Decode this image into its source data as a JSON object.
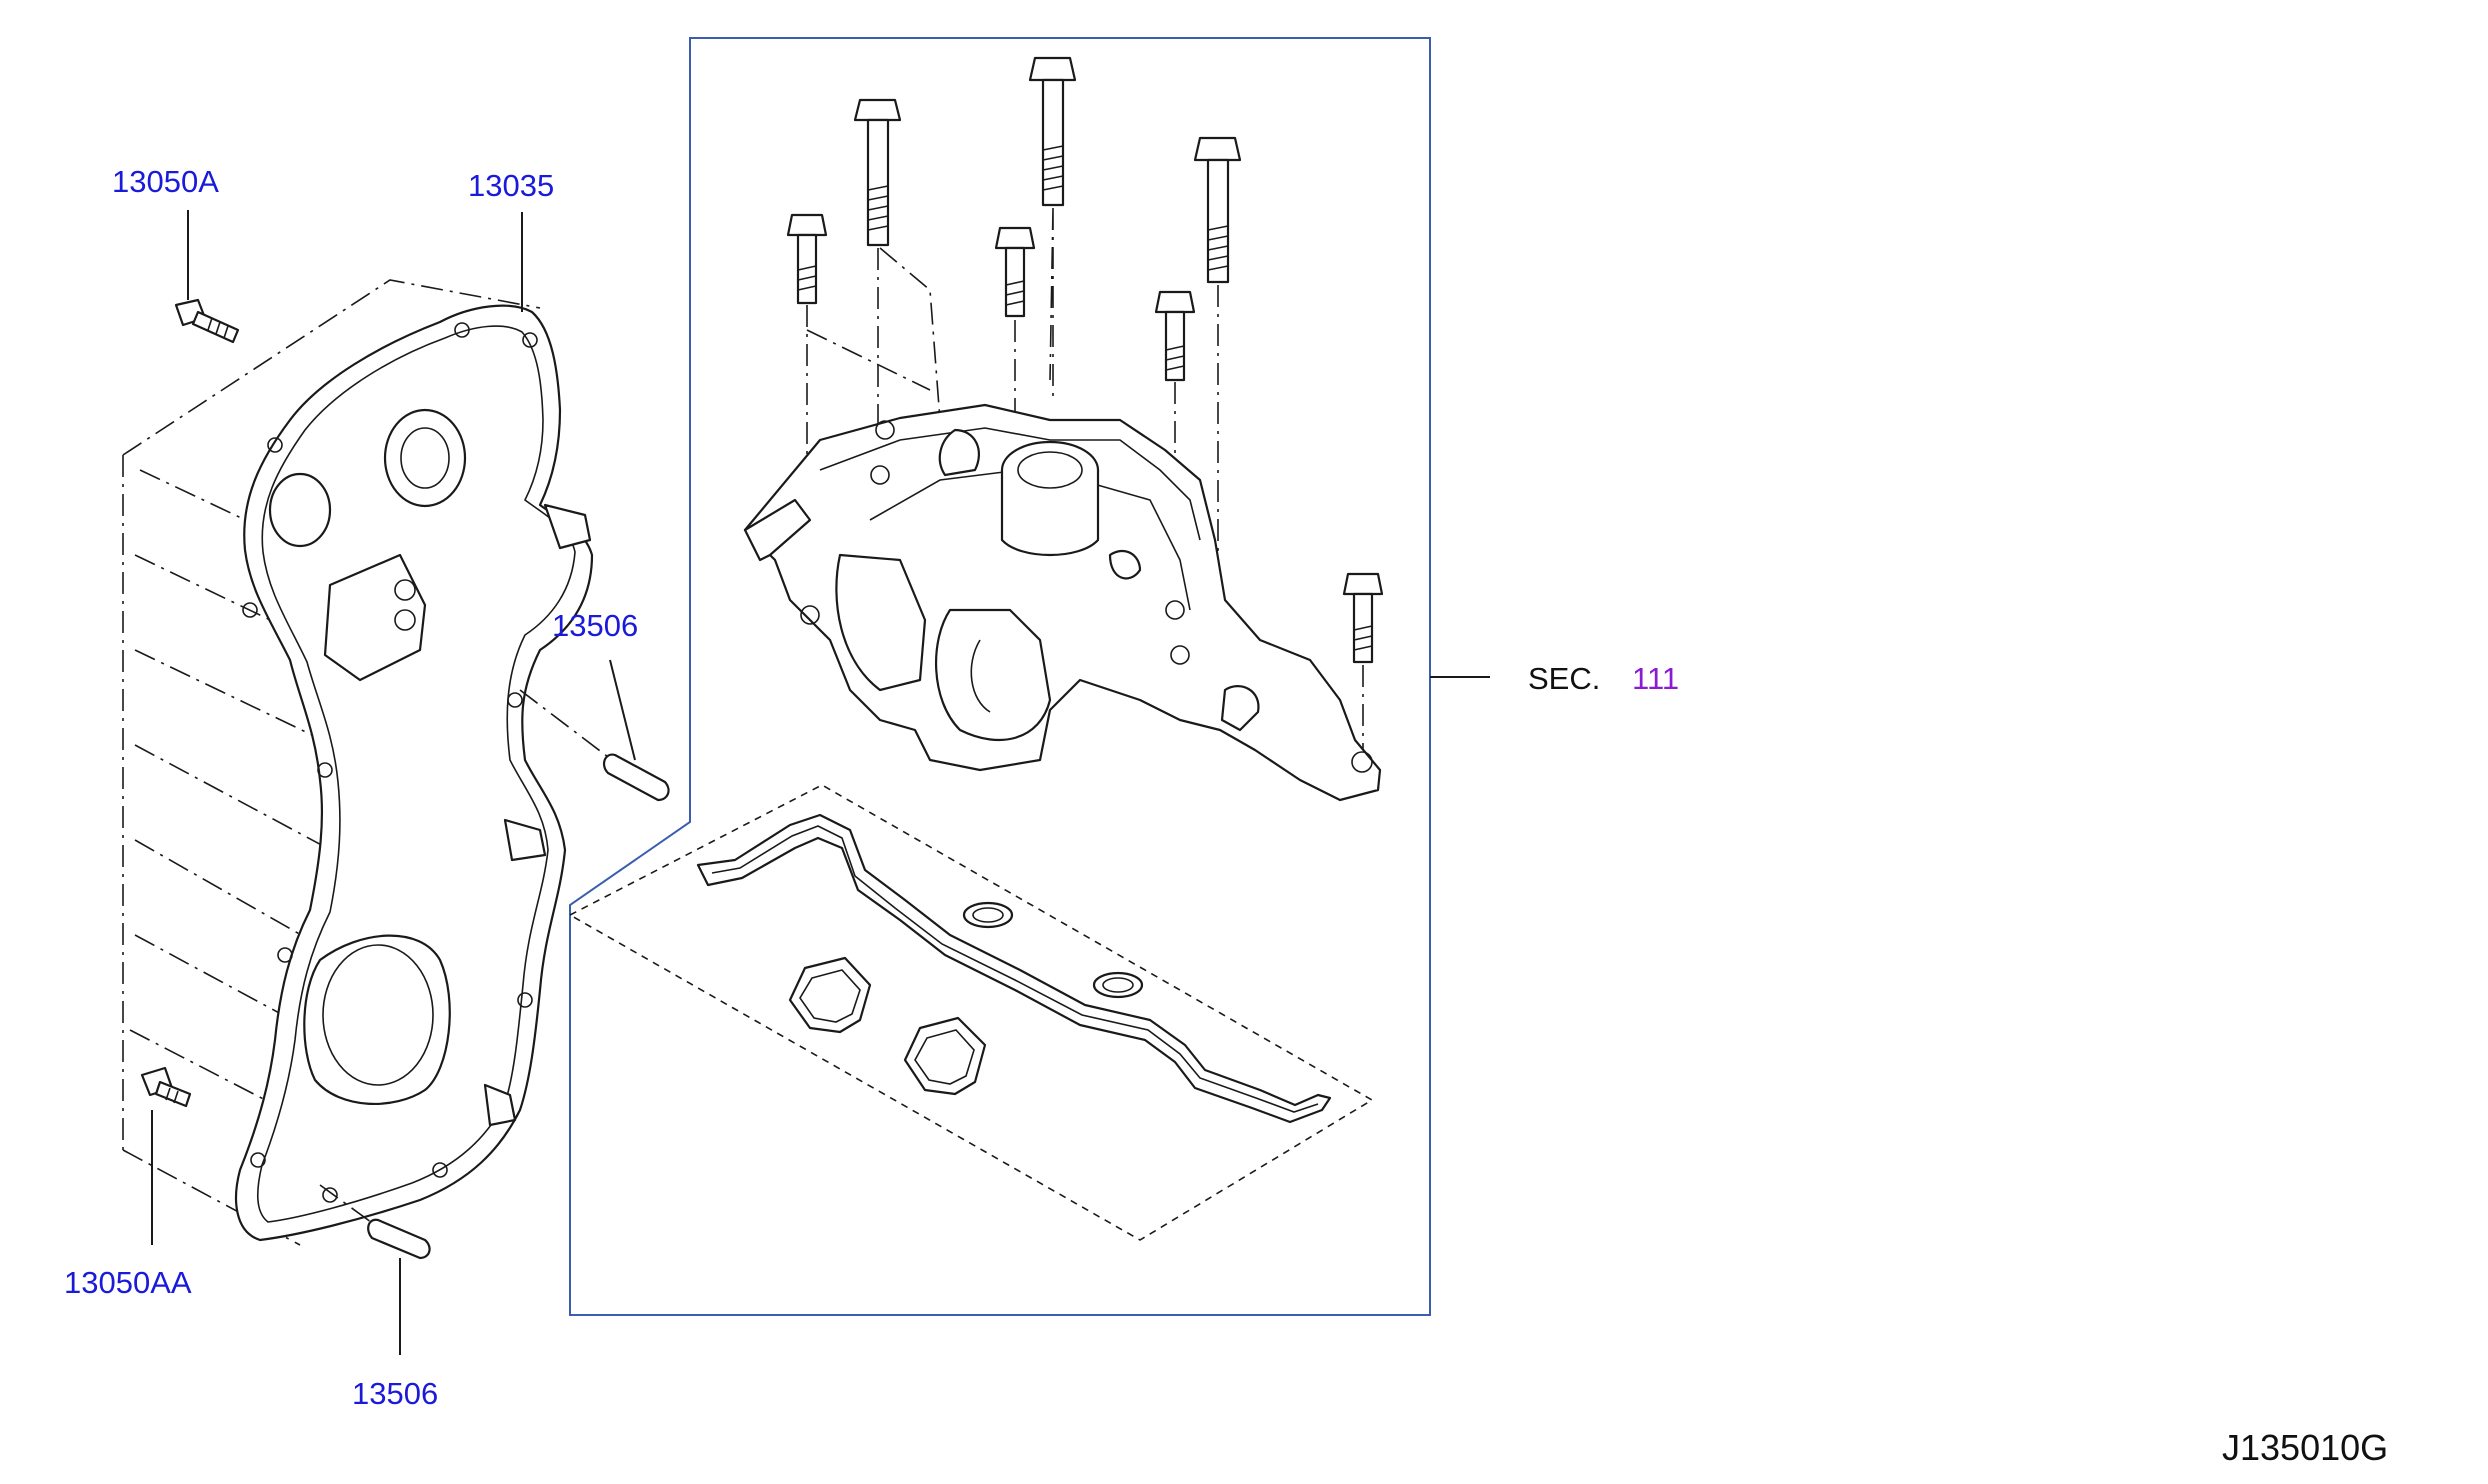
{
  "diagram": {
    "callouts": {
      "p13050A": "13050A",
      "p13035": "13035",
      "p13506_upper": "13506",
      "p13050AA": "13050AA",
      "p13506_lower": "13506",
      "sec_prefix": "SEC.",
      "sec_number": "111",
      "drawing_code": "J135010G"
    },
    "colors": {
      "callout_blue": "#1a1adb",
      "section_ref_purple": "#8a1ad6",
      "frame_blue": "#3a5fb0"
    }
  }
}
